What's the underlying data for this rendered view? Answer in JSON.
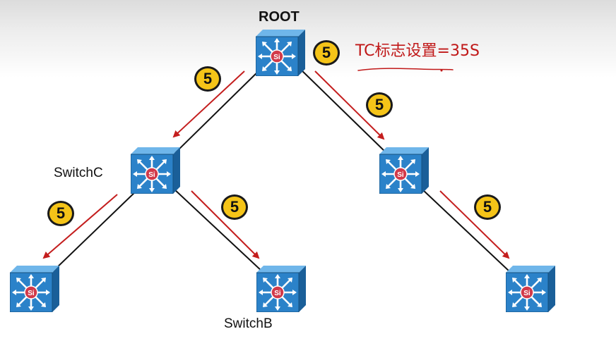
{
  "root_label": "ROOT",
  "switch_c_label": "SwitchC",
  "switch_b_label": "SwitchB",
  "annotation": "TC标志设置=35S",
  "device_icon": "si-layer3-switch-icon",
  "device_icon_text": "Si",
  "badges": [
    "5",
    "5",
    "5",
    "5",
    "5",
    "5"
  ],
  "colors": {
    "arrow": "#c41e1e",
    "link": "#111111",
    "badge_fill": "#f5c418",
    "annotation": "#c01818",
    "switch_face": "#2b82c9"
  }
}
